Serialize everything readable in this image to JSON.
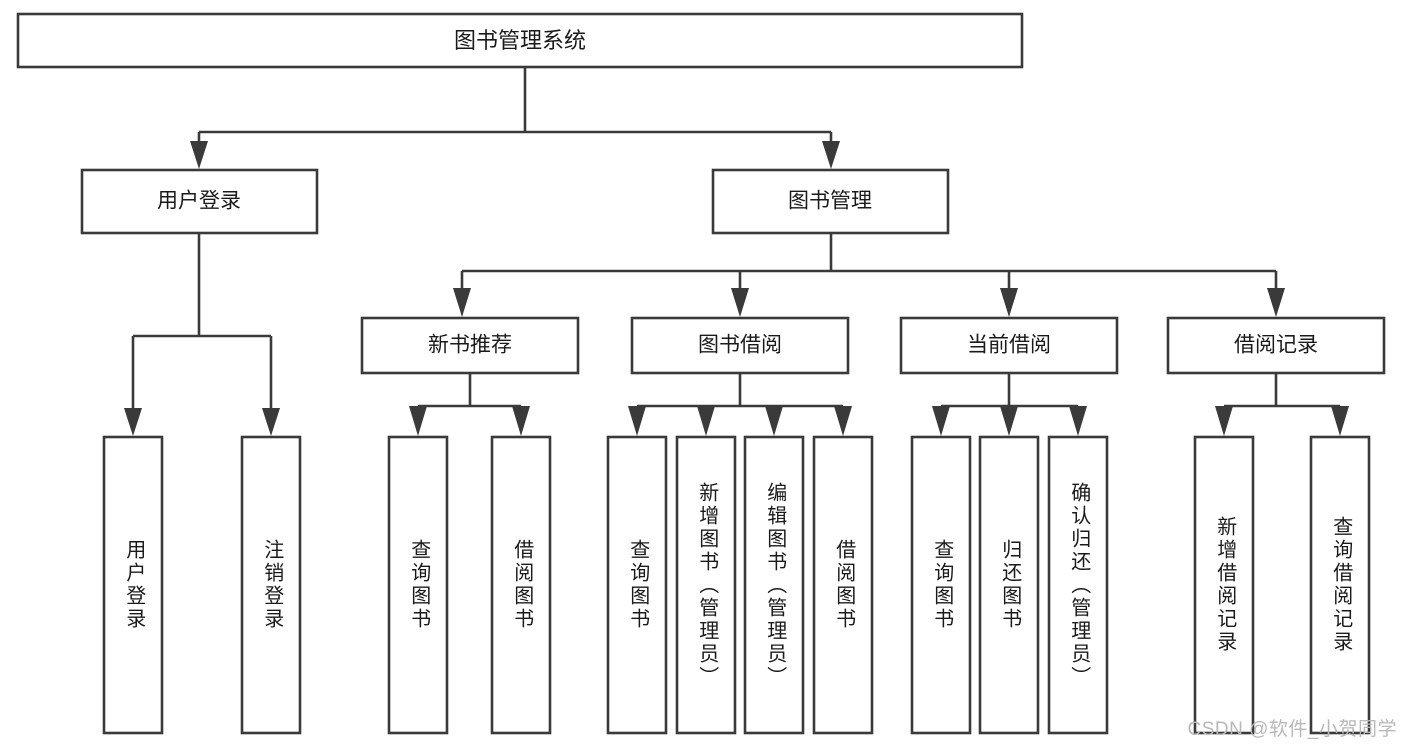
{
  "diagram": {
    "type": "tree-hierarchy",
    "title": "图书管理系统",
    "watermark": "CSDN @软件_小贺同学",
    "colors": {
      "stroke": "#3a3a3a",
      "fill": "#ffffff",
      "text": "#1a1a1a",
      "watermark": "#b8b8b8",
      "background": "#ffffff"
    },
    "root": {
      "label": "图书管理系统"
    },
    "level2": [
      {
        "label": "用户登录"
      },
      {
        "label": "图书管理"
      }
    ],
    "level3": [
      {
        "label": "新书推荐"
      },
      {
        "label": "图书借阅"
      },
      {
        "label": "当前借阅"
      },
      {
        "label": "借阅记录"
      }
    ],
    "leaves": {
      "user_login": [
        {
          "label": "用户登录"
        },
        {
          "label": "注销登录"
        }
      ],
      "new_book_recommend": [
        {
          "label": "查询图书"
        },
        {
          "label": "借阅图书"
        }
      ],
      "book_borrow": [
        {
          "label": "查询图书"
        },
        {
          "label": "新增图书（管理员）"
        },
        {
          "label": "编辑图书（管理员）"
        },
        {
          "label": "借阅图书"
        }
      ],
      "current_borrow": [
        {
          "label": "查询图书"
        },
        {
          "label": "归还图书"
        },
        {
          "label": "确认归还（管理员）"
        }
      ],
      "borrow_record": [
        {
          "label": "新增借阅记录"
        },
        {
          "label": "查询借阅记录"
        }
      ]
    }
  }
}
